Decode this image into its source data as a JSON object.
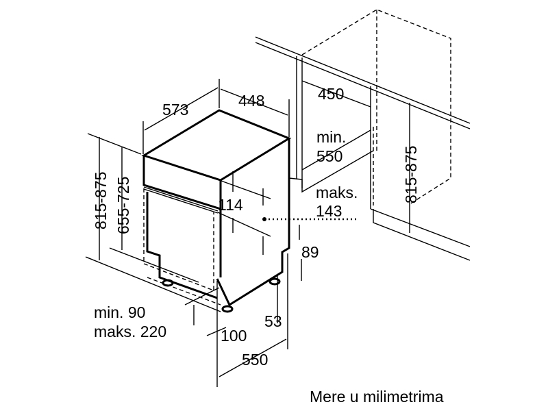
{
  "dimensions": {
    "depth": "573",
    "width": "448",
    "niche_width": "450",
    "niche_depth_label": "min.",
    "niche_depth_value": "550",
    "height_total": "815-875",
    "height_body": "655-725",
    "panel_height": "114",
    "panel_max_label": "maks.",
    "panel_max_value": "143",
    "plinth_recess": "89",
    "plinth_min": "min. 90",
    "plinth_max": "maks. 220",
    "foot_offset": "100",
    "rear_offset": "53",
    "cabinet_depth": "550",
    "niche_height": "815-875"
  },
  "caption": "Mere u milimetrima"
}
